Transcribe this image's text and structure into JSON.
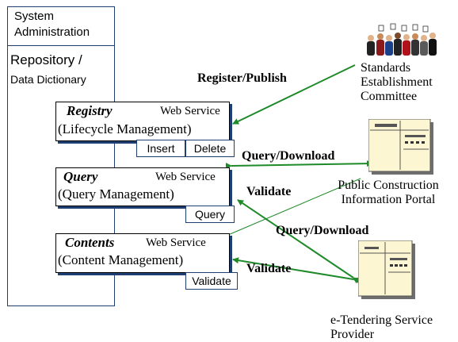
{
  "repository": {
    "header": "System Administration",
    "title": "Repository /",
    "subtitle": "Data Dictionary"
  },
  "services": [
    {
      "name": "Registry",
      "type": "Web Service",
      "description": "(Lifecycle Management)"
    },
    {
      "name": "Query",
      "type": "Web Service",
      "description": "(Query Management)"
    },
    {
      "name": "Contents",
      "type": "Web Service",
      "description": "(Content Management)"
    }
  ],
  "operations": {
    "insert": "Insert",
    "delete": "Delete",
    "query": "Query",
    "validate": "Validate"
  },
  "edges": {
    "register_publish": "Register/Publish",
    "query_download_1": "Query/Download",
    "validate_1": "Validate",
    "query_download_2": "Query/Download",
    "validate_2": "Validate"
  },
  "actors": {
    "committee": "Standards Establishment Committee",
    "portal": "Public Construction Information Portal",
    "provider": "e-Tendering Service Provider"
  },
  "colors": {
    "arrow": "#1f8a2a",
    "border": "#1f3f73",
    "doc_fill": "#fdf6d2"
  }
}
